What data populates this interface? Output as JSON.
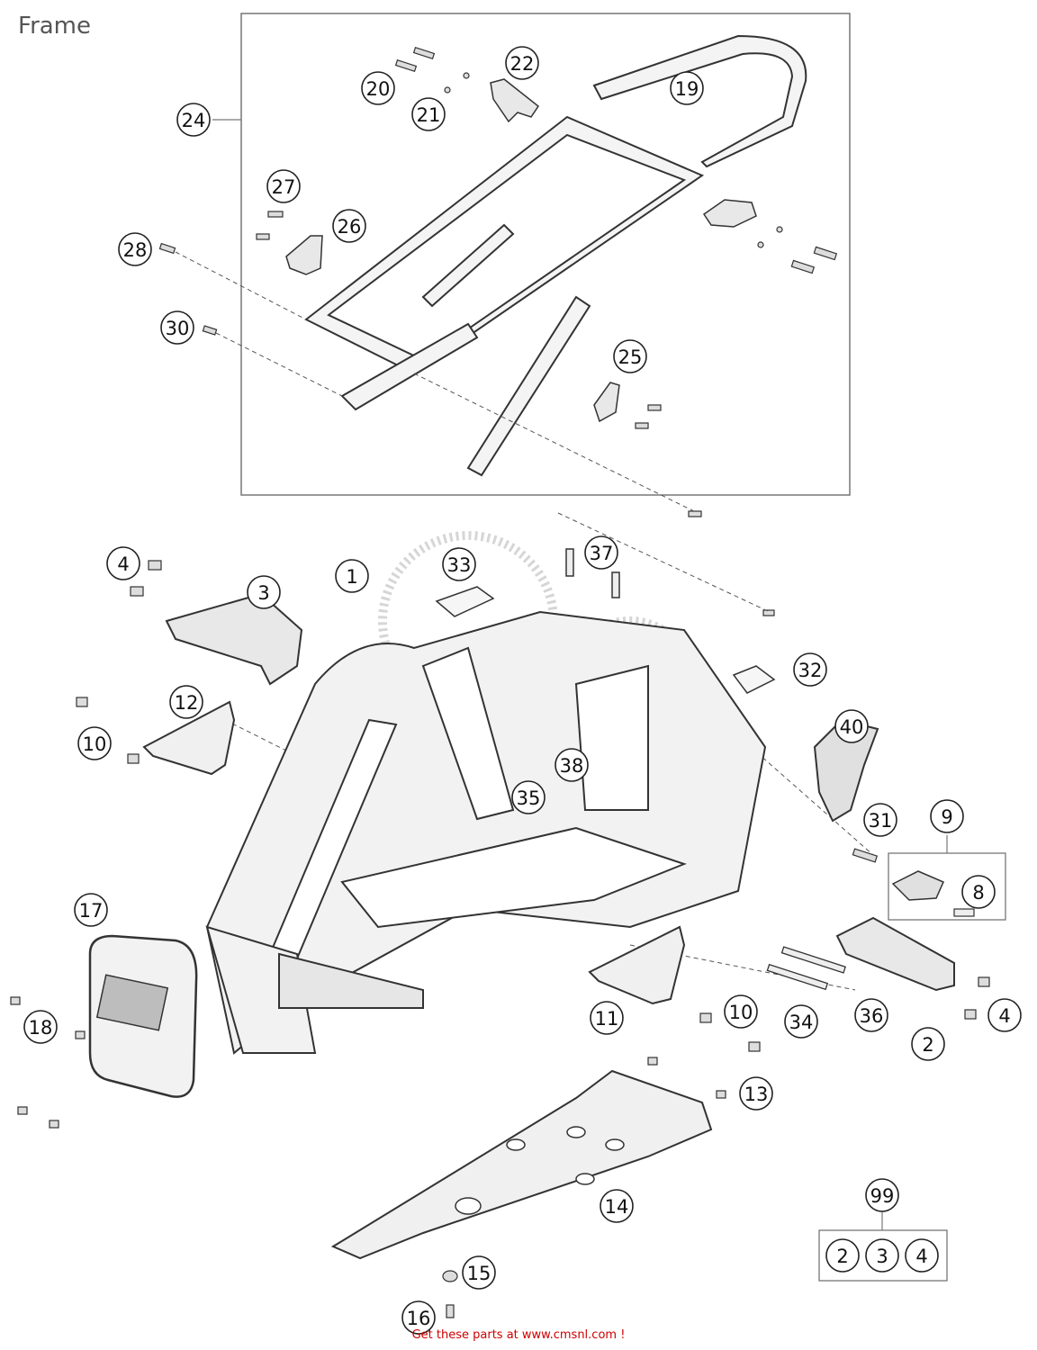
{
  "title": "Frame",
  "footer": "Get these parts at www.cmsnl.com  !",
  "colors": {
    "line": "#333333",
    "part_fill": "#dcdcdc",
    "watermark": "#999999",
    "footer": "#cc0000"
  },
  "callouts": [
    {
      "id": "c1",
      "label": "1"
    },
    {
      "id": "c2",
      "label": "2"
    },
    {
      "id": "c3",
      "label": "3"
    },
    {
      "id": "c4a",
      "label": "4"
    },
    {
      "id": "c4b",
      "label": "4"
    },
    {
      "id": "c8",
      "label": "8"
    },
    {
      "id": "c9",
      "label": "9"
    },
    {
      "id": "c10a",
      "label": "10"
    },
    {
      "id": "c10b",
      "label": "10"
    },
    {
      "id": "c11",
      "label": "11"
    },
    {
      "id": "c12",
      "label": "12"
    },
    {
      "id": "c13",
      "label": "13"
    },
    {
      "id": "c14",
      "label": "14"
    },
    {
      "id": "c15",
      "label": "15"
    },
    {
      "id": "c16",
      "label": "16"
    },
    {
      "id": "c17",
      "label": "17"
    },
    {
      "id": "c18",
      "label": "18"
    },
    {
      "id": "c19",
      "label": "19"
    },
    {
      "id": "c20",
      "label": "20"
    },
    {
      "id": "c21",
      "label": "21"
    },
    {
      "id": "c22",
      "label": "22"
    },
    {
      "id": "c24",
      "label": "24"
    },
    {
      "id": "c25",
      "label": "25"
    },
    {
      "id": "c26",
      "label": "26"
    },
    {
      "id": "c27",
      "label": "27"
    },
    {
      "id": "c28",
      "label": "28"
    },
    {
      "id": "c30",
      "label": "30"
    },
    {
      "id": "c31",
      "label": "31"
    },
    {
      "id": "c32",
      "label": "32"
    },
    {
      "id": "c33",
      "label": "33"
    },
    {
      "id": "c34",
      "label": "34"
    },
    {
      "id": "c35",
      "label": "35"
    },
    {
      "id": "c36",
      "label": "36"
    },
    {
      "id": "c37",
      "label": "37"
    },
    {
      "id": "c38",
      "label": "38"
    },
    {
      "id": "c40",
      "label": "40"
    },
    {
      "id": "c99",
      "label": "99"
    },
    {
      "id": "c99_2",
      "label": "2"
    },
    {
      "id": "c99_3",
      "label": "3"
    },
    {
      "id": "c99_4",
      "label": "4"
    }
  ]
}
